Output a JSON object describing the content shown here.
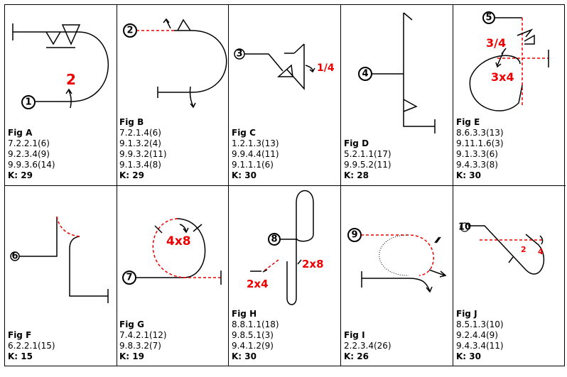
{
  "figures": [
    {
      "title": "Fig A",
      "codes": [
        "7.2.2.1(6)",
        "9.2.3.4(9)",
        "9.9.3.6(14)"
      ],
      "k": "K: 29",
      "number": "1",
      "labels": [
        "2"
      ]
    },
    {
      "title": "Fig B",
      "codes": [
        "7.2.1.4(6)",
        "9.1.3.2(4)",
        "9.9.3.2(11)",
        "9.1.3.4(8)"
      ],
      "k": "K: 29",
      "number": "2",
      "labels": []
    },
    {
      "title": "Fig C",
      "codes": [
        "1.2.1.3(13)",
        "9.9.4.4(11)",
        "9.1.1.1(6)"
      ],
      "k": "K: 30",
      "number": "3",
      "labels": [
        "1/4"
      ]
    },
    {
      "title": "Fig D",
      "codes": [
        "5.2.1.1(17)",
        "9.9.5.2(11)"
      ],
      "k": "K: 28",
      "number": "4",
      "labels": []
    },
    {
      "title": "Fig E",
      "codes": [
        "8.6.3.3(13)",
        "9.11.1.6(3)",
        "9.1.3.3(6)",
        "9.4.3.3(8)"
      ],
      "k": "K: 30",
      "number": "5",
      "labels": [
        "3/4",
        "3x4"
      ]
    },
    {
      "title": "Fig F",
      "codes": [
        "6.2.2.1(15)"
      ],
      "k": "K: 15",
      "number": "6",
      "labels": []
    },
    {
      "title": "Fig G",
      "codes": [
        "7.4.2.1(12)",
        "9.8.3.2(7)"
      ],
      "k": "K: 19",
      "number": "7",
      "labels": [
        "4x8"
      ]
    },
    {
      "title": "Fig H",
      "codes": [
        "8.8.1.1(18)",
        "9.8.5.1(3)",
        "9.4.1.2(9)"
      ],
      "k": "K: 30",
      "number": "8",
      "labels": [
        "2x8",
        "2x4"
      ]
    },
    {
      "title": "Fig I",
      "codes": [
        "2.2.3.4(26)"
      ],
      "k": "K: 26",
      "number": "9",
      "labels": []
    },
    {
      "title": "Fig J",
      "codes": [
        "8.5.1.3(10)",
        "9.2.4.4(9)",
        "9.4.3.4(11)"
      ],
      "k": "K: 30",
      "number": "10",
      "labels": [
        "2",
        "4"
      ]
    }
  ],
  "colors": {
    "accent": "#ee0000",
    "line": "#000000"
  }
}
